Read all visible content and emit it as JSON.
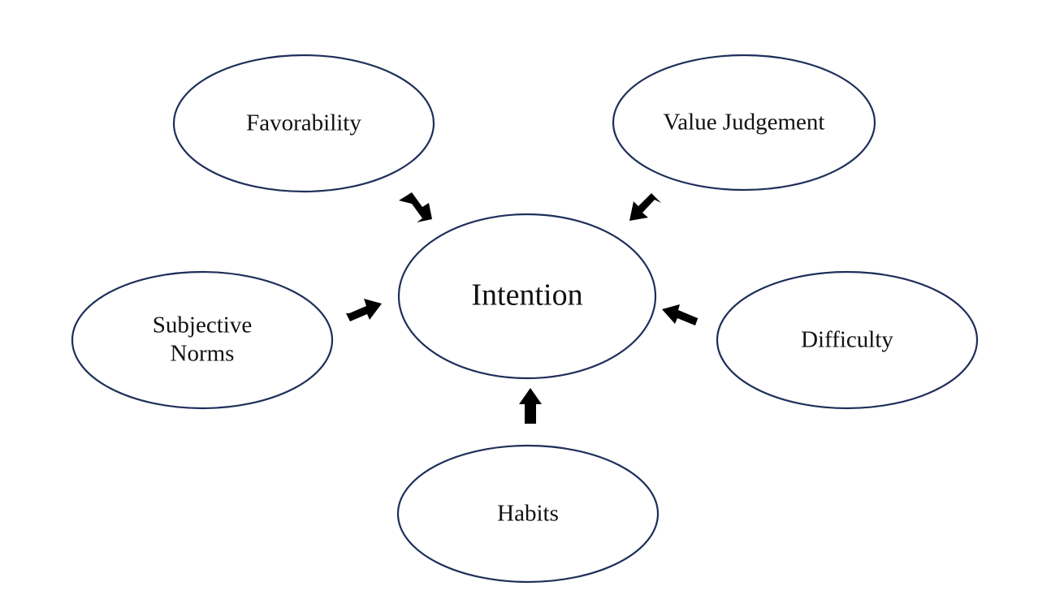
{
  "diagram": {
    "center": {
      "id": "intention",
      "label": "Intention"
    },
    "factors": [
      {
        "id": "favorability",
        "label": "Favorability"
      },
      {
        "id": "value-judgement",
        "label": "Value Judgement"
      },
      {
        "id": "subjective-norms",
        "label_line1": "Subjective",
        "label_line2": "Norms"
      },
      {
        "id": "difficulty",
        "label": "Difficulty"
      },
      {
        "id": "habits",
        "label": "Habits"
      }
    ],
    "edges": [
      {
        "from": "favorability",
        "to": "intention"
      },
      {
        "from": "value-judgement",
        "to": "intention"
      },
      {
        "from": "subjective-norms",
        "to": "intention"
      },
      {
        "from": "difficulty",
        "to": "intention"
      },
      {
        "from": "habits",
        "to": "intention"
      }
    ],
    "colors": {
      "node_border": "#1f2f5a",
      "arrow": "#000000",
      "text": "#111111",
      "background": "#ffffff"
    }
  }
}
